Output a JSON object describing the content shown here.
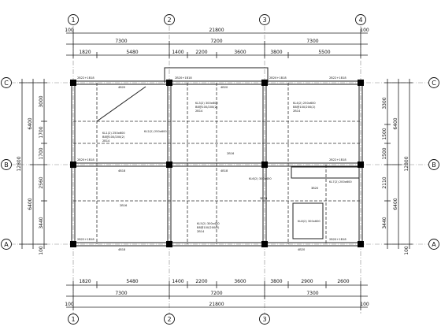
{
  "axes_x": [
    "1",
    "2",
    "3",
    "4"
  ],
  "axes_y": [
    "C",
    "B",
    "A"
  ],
  "dims_top": {
    "overall": "21800",
    "bays": [
      "7300",
      "7200",
      "7300"
    ],
    "offsets": [
      "100",
      "100"
    ],
    "subs": [
      "1820",
      "5480",
      "1400",
      "2200",
      "3600",
      "3800",
      "5500"
    ]
  },
  "dims_bottom": {
    "overall": "21800",
    "bays": [
      "7300",
      "7200",
      "7300"
    ],
    "offsets": [
      "100",
      "100"
    ],
    "subs": [
      "1820",
      "5480",
      "1400",
      "2200",
      "3600",
      "3800",
      "2900",
      "2600"
    ]
  },
  "dims_left": {
    "overall": "12800",
    "bays": [
      "6400",
      "6400"
    ],
    "subs": [
      "3000",
      "1700",
      "1700",
      "2560",
      "3440"
    ],
    "end": "100"
  },
  "dims_right": {
    "overall": "12800",
    "bays": [
      "6400",
      "6400"
    ],
    "subs": [
      "3300",
      "1500",
      "1500",
      "2110",
      "3440"
    ],
    "end": "100"
  },
  "beam_notes": [
    "2B22+1B18",
    "2B20+1B18",
    "2B20+1B18",
    "2B22+1B18",
    "4B20",
    "4B20",
    "4B18",
    "4B18",
    "KL1(2) 250x600",
    "KL2(2) 250x600",
    "KL3(2) 300x600",
    "KL4(2) 250x600",
    "KL5(2) 300x450",
    "KL6(2) 300x450",
    "KL7(2) 200x600",
    "KL8(2) 300x600",
    "B8@100/200(2)",
    "B8@100/200(2)",
    "B8@100/200(2)",
    "B8@100/200(2)",
    "2B14",
    "2B14",
    "2B14",
    "2B14",
    "2B16",
    "2B16",
    "2B20+1B18",
    "2B22+1B18",
    "2B22+1B18",
    "2B20+1B18",
    "4B20",
    "4B18",
    "3B20",
    "3B20"
  ]
}
